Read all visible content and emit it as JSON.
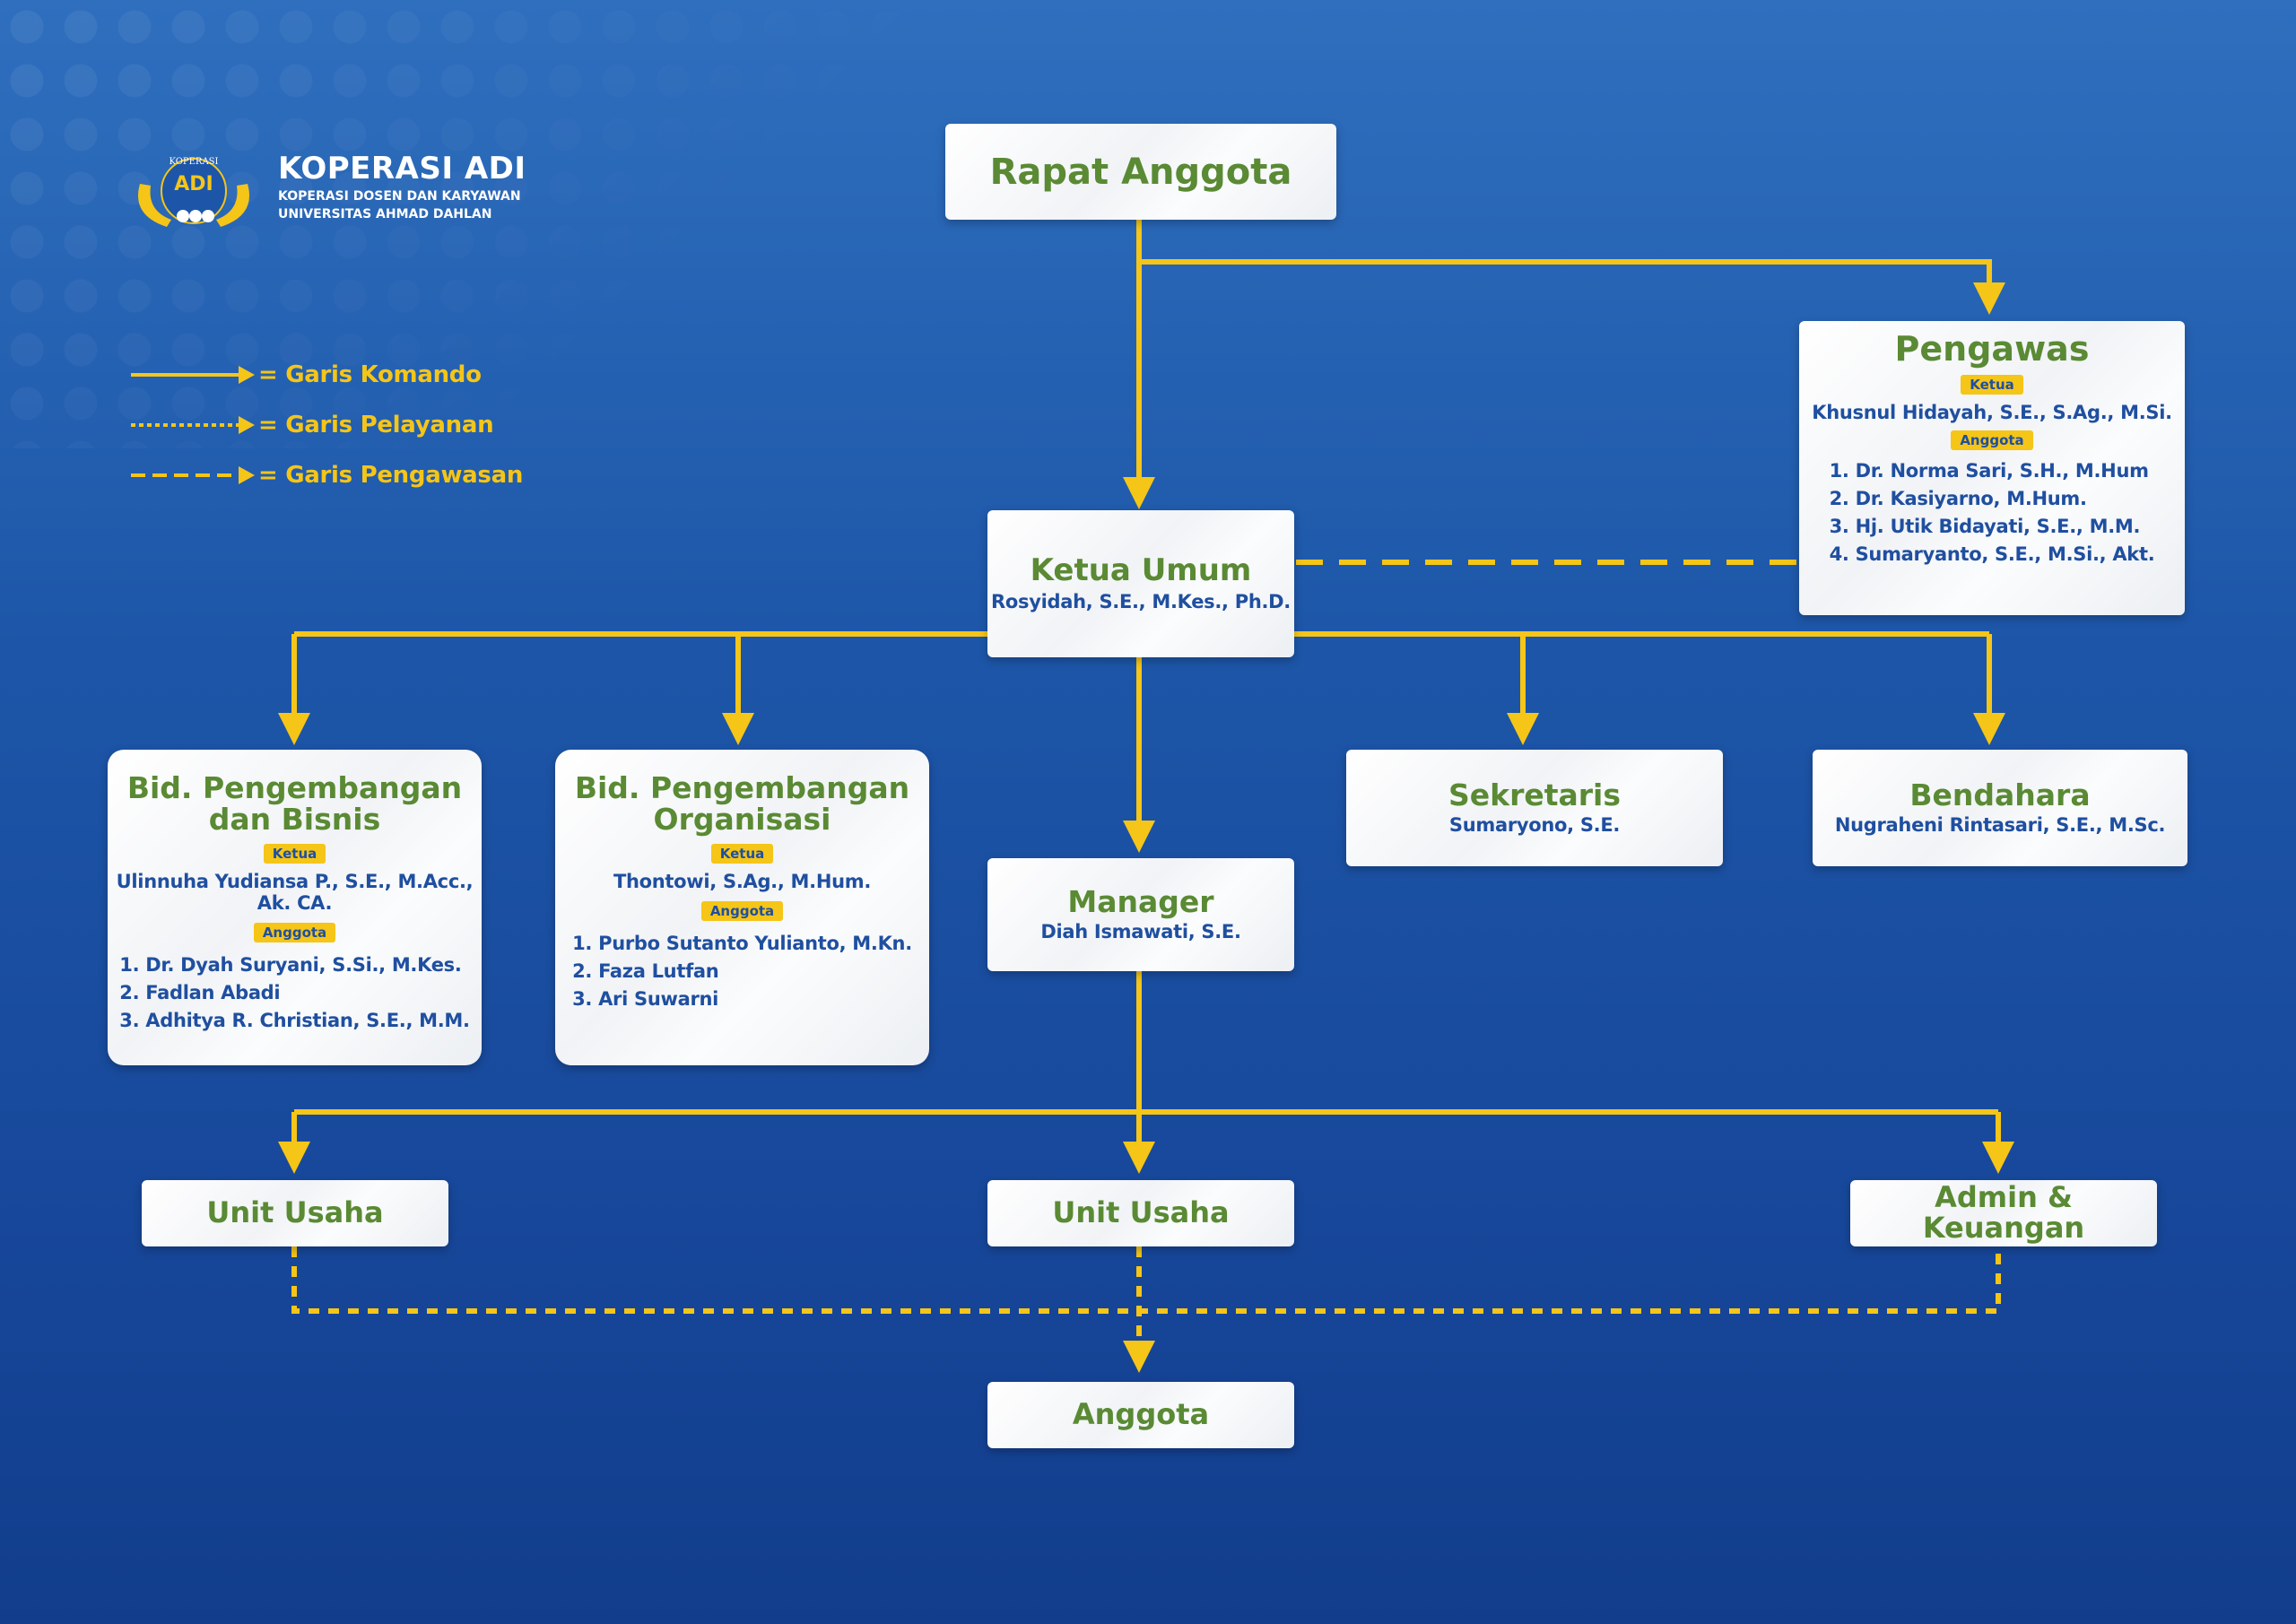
{
  "brand": {
    "logo_text_top": "KOPERASI",
    "logo_text_main": "ADI",
    "title": "KOPERASI ADI",
    "subtitle_line1": "KOPERASI DOSEN DAN KARYAWAN",
    "subtitle_line2": "UNIVERSITAS AHMAD DAHLAN"
  },
  "legend": [
    {
      "label": "=  Garis Komando",
      "line": "solid"
    },
    {
      "label": "=  Garis Pelayanan",
      "line": "dotted"
    },
    {
      "label": "=  Garis Pengawasan",
      "line": "dashed"
    }
  ],
  "nodes": {
    "rapat": {
      "title": "Rapat Anggota"
    },
    "pengawas": {
      "title": "Pengawas",
      "ketua_tag": "Ketua",
      "ketua": "Khusnul Hidayah, S.E., S.Ag., M.Si.",
      "anggota_tag": "Anggota",
      "anggota": [
        "1. Dr. Norma Sari, S.H., M.Hum",
        "2. Dr. Kasiyarno, M.Hum.",
        "3. Hj. Utik Bidayati, S.E., M.M.",
        "4. Sumaryanto, S.E., M.Si., Akt."
      ]
    },
    "ketua_umum": {
      "title": "Ketua Umum",
      "name": "Rosyidah, S.E., M.Kes., Ph.D."
    },
    "bisnis": {
      "title_line1": "Bid. Pengembangan",
      "title_line2": "dan Bisnis",
      "ketua_tag": "Ketua",
      "ketua": "Ulinnuha Yudiansa P., S.E., M.Acc., Ak. CA.",
      "anggota_tag": "Anggota",
      "anggota": [
        "1.  Dr. Dyah Suryani, S.Si., M.Kes.",
        "2. Fadlan Abadi",
        "3. Adhitya R. Christian, S.E., M.M."
      ]
    },
    "organisasi": {
      "title_line1": "Bid. Pengembangan",
      "title_line2": "Organisasi",
      "ketua_tag": "Ketua",
      "ketua": "Thontowi, S.Ag., M.Hum.",
      "anggota_tag": "Anggota",
      "anggota": [
        "1.  Purbo Sutanto Yulianto, M.Kn.",
        "2. Faza Lutfan",
        "3. Ari Suwarni"
      ]
    },
    "manager": {
      "title": "Manager",
      "name": "Diah Ismawati, S.E."
    },
    "sekretaris": {
      "title": "Sekretaris",
      "name": "Sumaryono, S.E."
    },
    "bendahara": {
      "title": "Bendahara",
      "name": "Nugraheni Rintasari, S.E., M.Sc."
    },
    "unit_usaha_1": {
      "title": "Unit Usaha"
    },
    "unit_usaha_2": {
      "title": "Unit Usaha"
    },
    "admin": {
      "title": "Admin & Keuangan"
    },
    "anggota": {
      "title": "Anggota"
    }
  },
  "colors": {
    "line": "#f5c518",
    "title_green": "#5a8a34",
    "name_blue": "#1f4fa0",
    "background": "#1d56a8"
  }
}
